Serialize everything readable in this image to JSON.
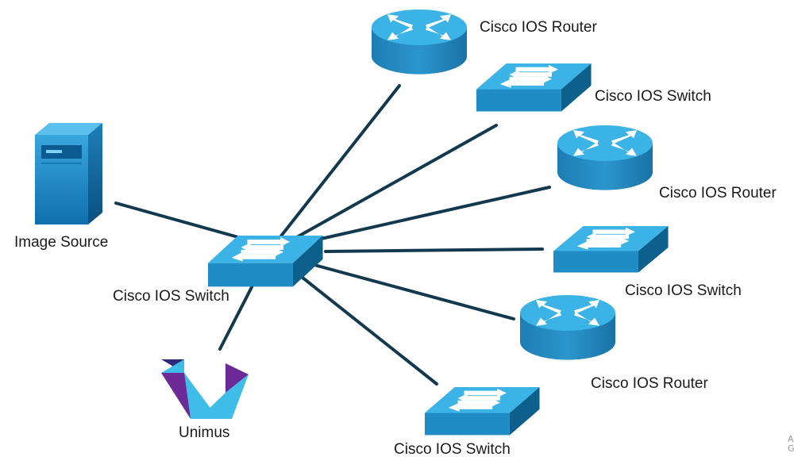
{
  "nodes": {
    "image_source": {
      "label": "Image Source",
      "icon": "server-icon"
    },
    "core_switch": {
      "label": "Cisco IOS Switch",
      "icon": "switch-icon"
    },
    "unimus": {
      "label": "Unimus",
      "icon": "unimus-logo"
    },
    "router_1": {
      "label": "Cisco IOS Router",
      "icon": "router-icon"
    },
    "switch_1": {
      "label": "Cisco IOS Switch",
      "icon": "switch-icon"
    },
    "router_2": {
      "label": "Cisco IOS Router",
      "icon": "router-icon"
    },
    "switch_2": {
      "label": "Cisco IOS Switch",
      "icon": "switch-icon"
    },
    "router_3": {
      "label": "Cisco IOS Router",
      "icon": "router-icon"
    },
    "switch_3": {
      "label": "Cisco IOS Switch",
      "icon": "switch-icon"
    }
  },
  "links": [
    {
      "from": "image_source",
      "to": "core_switch"
    },
    {
      "from": "core_switch",
      "to": "router_1"
    },
    {
      "from": "core_switch",
      "to": "switch_1"
    },
    {
      "from": "core_switch",
      "to": "router_2"
    },
    {
      "from": "core_switch",
      "to": "switch_2"
    },
    {
      "from": "core_switch",
      "to": "router_3"
    },
    {
      "from": "core_switch",
      "to": "switch_3"
    },
    {
      "from": "core_switch",
      "to": "unimus"
    }
  ],
  "colors": {
    "link": "#13394f",
    "device_top": "#3cb3e6",
    "device_side": "#1e7fb3",
    "device_dark": "#0d5f8c",
    "arrow": "#ffffff",
    "unimus_dark": "#2e2a7a",
    "unimus_purple": "#6b2a96",
    "unimus_cyan": "#3dbde8"
  },
  "edge_text": {
    "line1": "A",
    "line2": "G"
  }
}
